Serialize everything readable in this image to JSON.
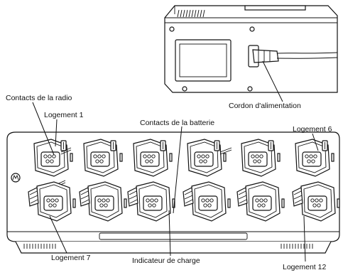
{
  "labels": {
    "radio_contacts": "Contacts de la radio",
    "slot_1": "Logement 1",
    "battery_contacts": "Contacts de la batterie",
    "slot_6": "Logement 6",
    "power_cord": "Cordon d'alimentation",
    "slot_7": "Logement 7",
    "charge_indicator": "Indicateur de charge",
    "slot_12": "Logement 12"
  },
  "brand_logo": "motorola-logo"
}
